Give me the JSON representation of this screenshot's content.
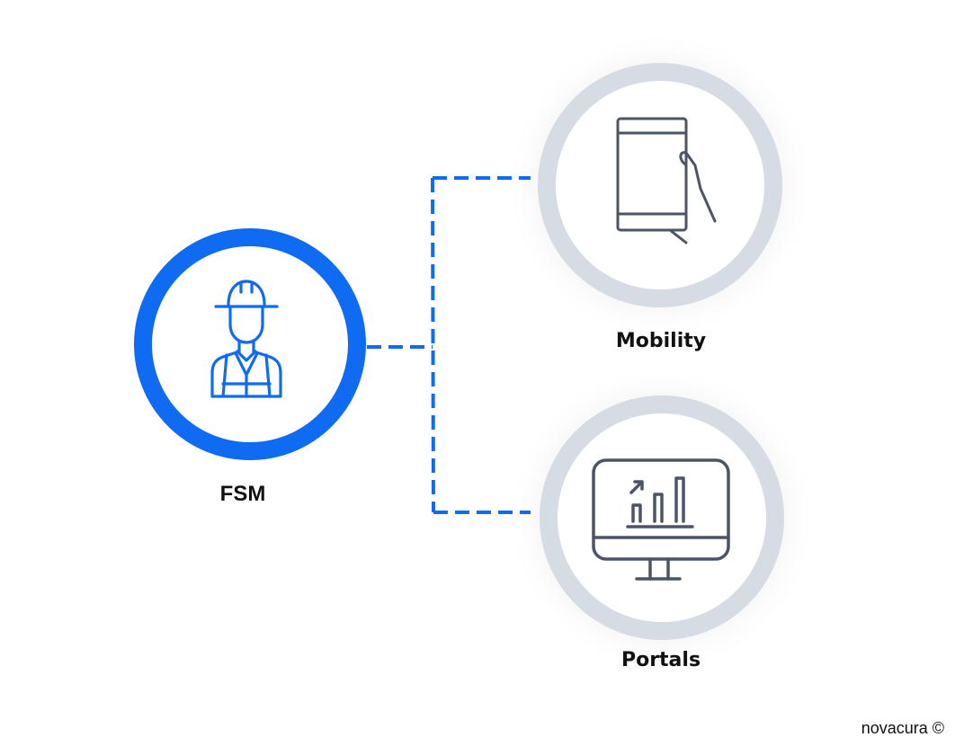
{
  "diagram": {
    "colors": {
      "accent": "#0f6bf2",
      "ring_grey": "#d6dce4",
      "icon_grey": "#4b5563",
      "text": "#111111"
    },
    "nodes": [
      {
        "id": "fsm",
        "label": "FSM",
        "icon": "construction-worker-icon",
        "style": "blue-ring"
      },
      {
        "id": "mobility",
        "label": "Mobility",
        "icon": "hand-holding-phone-icon",
        "style": "grey-ring"
      },
      {
        "id": "portals",
        "label": "Portals",
        "icon": "monitor-bar-chart-icon",
        "style": "grey-ring"
      }
    ],
    "edges": [
      {
        "from": "fsm",
        "to": "mobility",
        "style": "dashed"
      },
      {
        "from": "fsm",
        "to": "portals",
        "style": "dashed"
      }
    ],
    "footer": "novacura ©"
  }
}
